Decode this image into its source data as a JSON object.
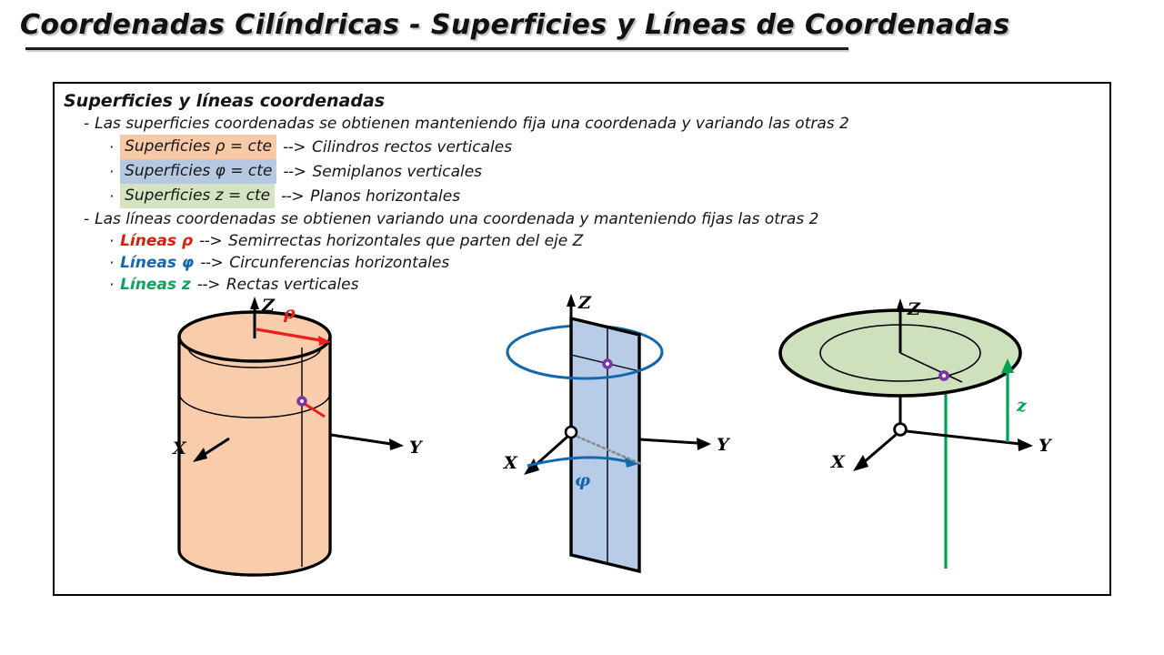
{
  "title": "Coordenadas Cilíndricas - Superficies y Líneas de Coordenadas",
  "panel": {
    "heading": "Superficies y líneas coordenadas",
    "bullets": [
      {
        "marker": "-",
        "text": "Las superficies coordenadas se obtienen manteniendo fija una coordenada y variando las otras 2"
      },
      {
        "marker": "-",
        "text": "Las líneas coordenadas se obtienen variando una coordenada y manteniendo fijas las otras 2"
      }
    ],
    "surface_items": [
      {
        "marker": "·",
        "highlight": "Superficies ρ = cte",
        "arrow": "-->",
        "result": "Cilindros rectos verticales",
        "highlight_color": "#f7c9a6"
      },
      {
        "marker": "·",
        "highlight": "Superficies φ = cte",
        "arrow": "-->",
        "result": "Semiplanos verticales",
        "highlight_color": "#b7c9e2"
      },
      {
        "marker": "·",
        "highlight": "Superficies z = cte",
        "arrow": "-->",
        "result": "Planos horizontales",
        "highlight_color": "#d4e4c2"
      }
    ],
    "line_items": [
      {
        "marker": "·",
        "label": "Líneas ρ",
        "arrow": "-->",
        "result": "Semirrectas horizontales que parten del eje Z",
        "label_color": "#d81d0c"
      },
      {
        "marker": "·",
        "label": "Líneas φ",
        "arrow": "-->",
        "result": "Circunferencias horizontales",
        "label_color": "#1565b0"
      },
      {
        "marker": "·",
        "label": "Líneas z",
        "arrow": "-->",
        "result": "Rectas verticales",
        "label_color": "#12a05c"
      }
    ]
  },
  "figures": {
    "cylinder": {
      "name": "Superficie rho = cte (cilindro)",
      "axis_z": "Z",
      "axis_y": "Y",
      "axis_x": "X",
      "measure_label": "ρ",
      "fill_color": "#f9ccac",
      "accent_color": "#e8201a"
    },
    "halfplane": {
      "name": "Superficie phi = cte (semiplano)",
      "axis_z": "Z",
      "axis_y": "Y",
      "axis_x": "X",
      "measure_label": "φ",
      "fill_color": "#b8cce8",
      "accent_color": "#1367ae"
    },
    "disk": {
      "name": "Superficie z = cte (plano horizontal)",
      "axis_z": "Z",
      "axis_y": "Y",
      "axis_x": "X",
      "measure_label": "z",
      "fill_color": "#cfe0bc",
      "accent_color": "#00a352"
    },
    "point_color": "#7b35a8"
  }
}
